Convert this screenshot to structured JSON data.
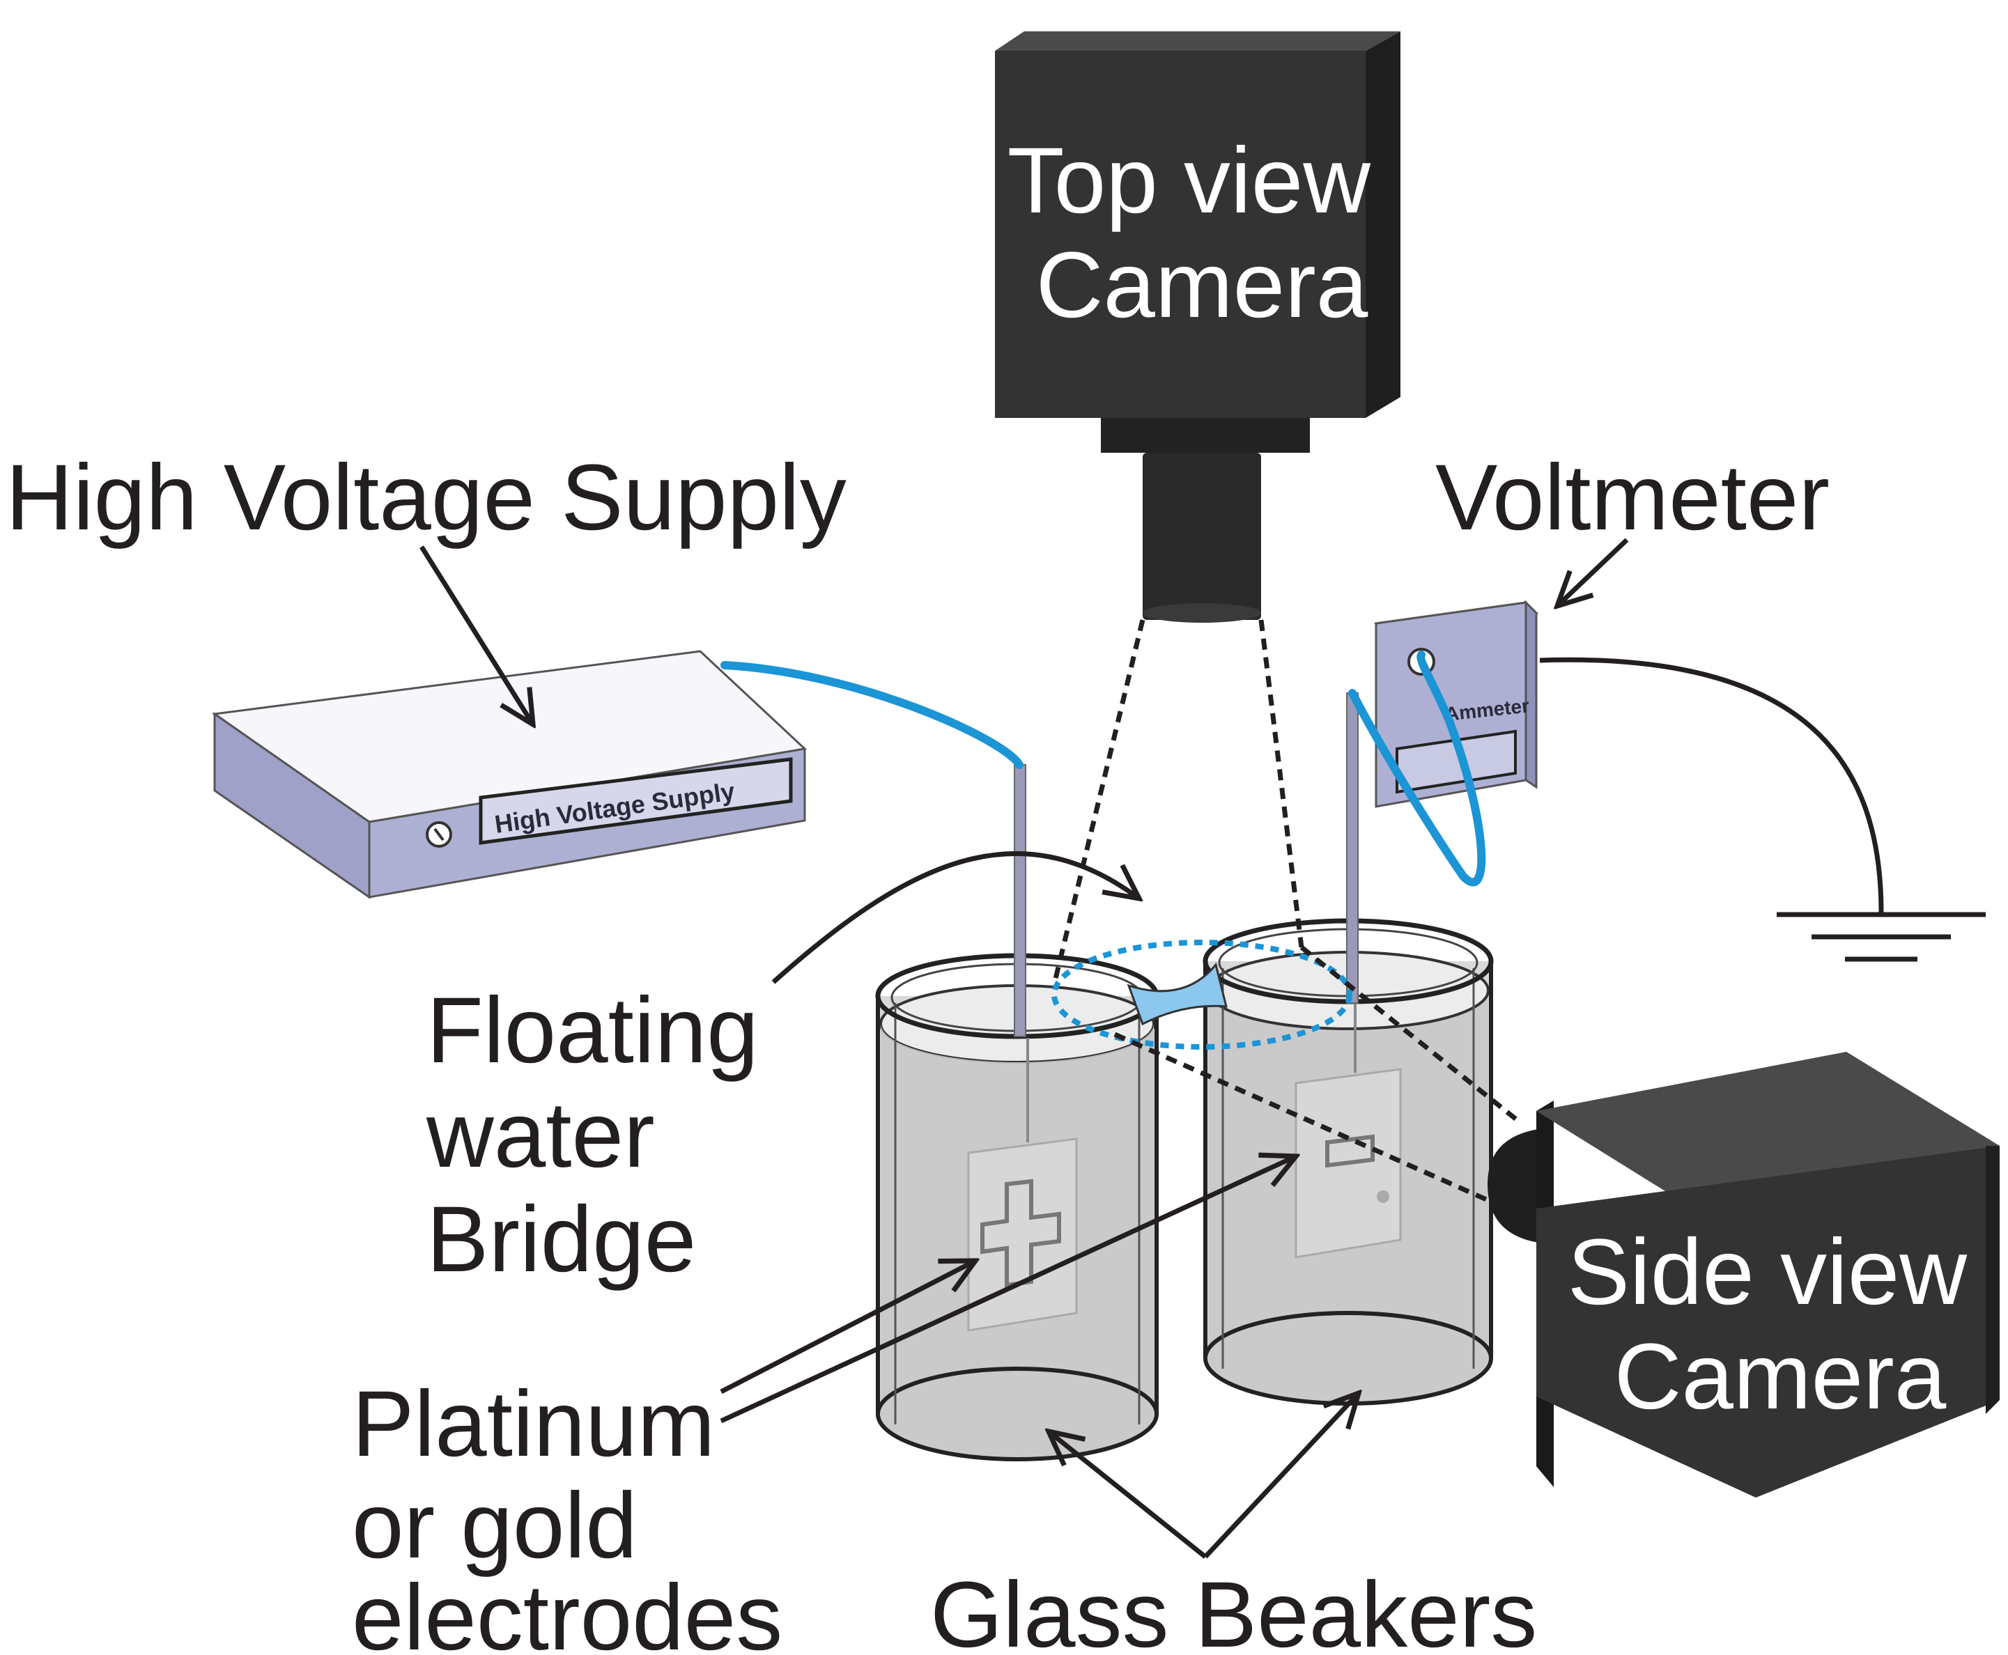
{
  "labels": {
    "top_camera": [
      "Top view",
      "Camera"
    ],
    "side_camera": [
      "Side view",
      "Camera"
    ],
    "hv_supply": "High Voltage Supply",
    "voltmeter": "Voltmeter",
    "bridge": [
      "Floating",
      "water",
      "Bridge"
    ],
    "electrodes": [
      "Platinum",
      "or gold",
      "electrodes"
    ],
    "beakers": "Glass Beakers"
  },
  "device_text": {
    "hv_panel": "High Voltage Supply",
    "meter_panel": "Ammeter"
  },
  "colors": {
    "camera_front": "#333333",
    "camera_top": "#4a4a4a",
    "camera_side": "#1f1f1f",
    "device_body": "#aeb0d3",
    "device_top": "#f6f6fb",
    "cable": "#1b95d6",
    "bridge_water": "#8cc7ee",
    "ellipse": "#1b95d6",
    "ink": "#231f20"
  },
  "icons": [
    "knob-icon",
    "ground-symbol-icon"
  ]
}
